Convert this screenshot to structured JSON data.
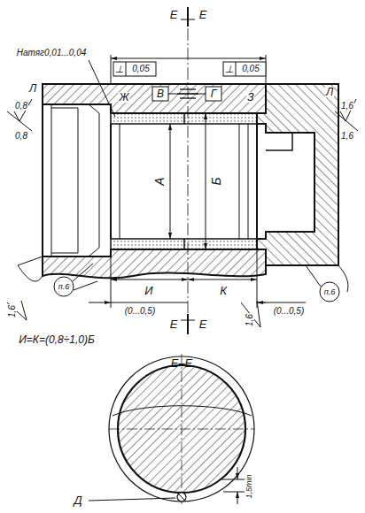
{
  "diagram": {
    "labels": [
      "Е",
      "Е",
      "Натяг0,01...0,04",
      "⊥",
      "0,05",
      "⊥",
      "0,05",
      "Ж",
      "В",
      "Г",
      "З",
      "Л",
      "Л",
      "0,8",
      "0,8",
      "1,6",
      "1,6",
      "А",
      "Б",
      "И",
      "К",
      "п.6",
      "п.6",
      "(0...0,5)",
      "(0...0,5)",
      "1,6",
      "1,6",
      "Е",
      "Е",
      "И=К=(0,8÷1,0)Б",
      "Е–Е",
      "1,5min",
      "Д"
    ]
  }
}
